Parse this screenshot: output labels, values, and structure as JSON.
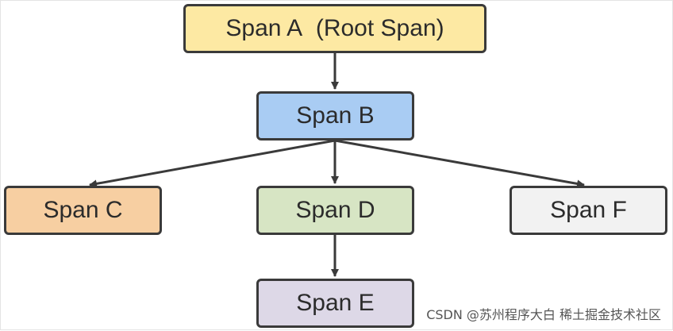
{
  "diagram": {
    "nodes": [
      {
        "id": "a",
        "label": "Span A  (Root Span)",
        "fill": "#fde9a3"
      },
      {
        "id": "b",
        "label": "Span B",
        "fill": "#a9ccf3"
      },
      {
        "id": "c",
        "label": "Span C",
        "fill": "#f7cfa2"
      },
      {
        "id": "d",
        "label": "Span D",
        "fill": "#d7e5c4"
      },
      {
        "id": "e",
        "label": "Span E",
        "fill": "#ddd8e7"
      },
      {
        "id": "f",
        "label": "Span F",
        "fill": "#f2f2f2"
      }
    ],
    "edges": [
      {
        "from": "a",
        "to": "b"
      },
      {
        "from": "b",
        "to": "c"
      },
      {
        "from": "b",
        "to": "d"
      },
      {
        "from": "b",
        "to": "f"
      },
      {
        "from": "d",
        "to": "e"
      }
    ],
    "line_color": "#3a3a3a"
  },
  "watermark": "CSDN @苏州程序大白 稀土掘金技术社区"
}
